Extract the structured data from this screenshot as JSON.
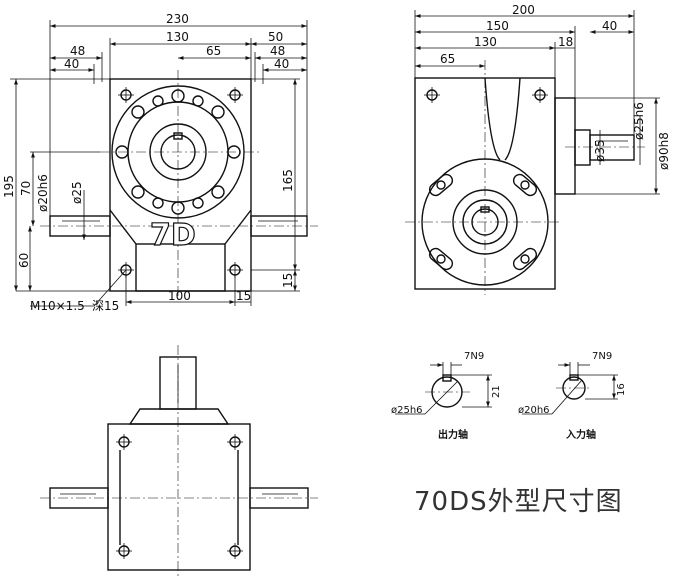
{
  "drawing": {
    "title": "70DS外型尺寸图",
    "mark": "7D",
    "front_view": {
      "d_230": "230",
      "d_130": "130",
      "d_48_left": "48",
      "d_40_left": "40",
      "d_65": "65",
      "d_50": "50",
      "d_48_right": "48",
      "d_40_right": "40",
      "d_195": "195",
      "d_70": "70",
      "d_60": "60",
      "d_20h6": "ø20h6",
      "d_25": "ø25",
      "d_165": "165",
      "d_15_side": "15",
      "d_100": "100",
      "d_15_bottom": "15",
      "thread_note": "M10×1.5",
      "depth_note": "深15"
    },
    "side_view": {
      "d_200": "200",
      "d_150": "150",
      "d_40": "40",
      "d_130": "130",
      "d_18": "18",
      "d_65": "65",
      "d_25h6": "ø25h6",
      "d_35": "ø35",
      "d_90h8": "ø90h8"
    },
    "keyways": {
      "output": {
        "key": "7N9",
        "height": "21",
        "diameter": "ø25h6",
        "label": "出力轴"
      },
      "input": {
        "key": "7N9",
        "height": "16",
        "diameter": "ø20h6",
        "label": "入力轴"
      }
    }
  }
}
